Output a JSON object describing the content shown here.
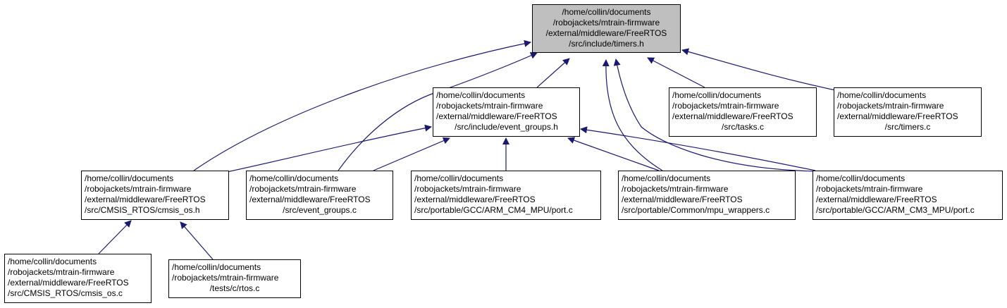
{
  "colors": {
    "edge": "#191970",
    "root_fill": "#bfbfbf",
    "node_border": "#000000"
  },
  "nodes": {
    "root": {
      "lines": [
        "/home/collin/documents",
        "/robojackets/mtrain-firmware",
        "/external/middleware/FreeRTOS",
        "/src/include/timers.h"
      ]
    },
    "event_groups_h": {
      "lines": [
        "/home/collin/documents",
        "/robojackets/mtrain-firmware",
        "/external/middleware/FreeRTOS",
        "/src/include/event_groups.h"
      ]
    },
    "tasks_c": {
      "lines": [
        "/home/collin/documents",
        "/robojackets/mtrain-firmware",
        "/external/middleware/FreeRTOS",
        "/src/tasks.c"
      ]
    },
    "timers_c": {
      "lines": [
        "/home/collin/documents",
        "/robojackets/mtrain-firmware",
        "/external/middleware/FreeRTOS",
        "/src/timers.c"
      ]
    },
    "cmsis_os_h": {
      "lines": [
        "/home/collin/documents",
        "/robojackets/mtrain-firmware",
        "/external/middleware/FreeRTOS",
        "/src/CMSIS_RTOS/cmsis_os.h"
      ]
    },
    "event_groups_c": {
      "lines": [
        "/home/collin/documents",
        "/robojackets/mtrain-firmware",
        "/external/middleware/FreeRTOS",
        "/src/event_groups.c"
      ]
    },
    "cm4_port_c": {
      "lines": [
        "/home/collin/documents",
        "/robojackets/mtrain-firmware",
        "/external/middleware/FreeRTOS",
        "/src/portable/GCC/ARM_CM4_MPU/port.c"
      ]
    },
    "mpu_wrappers_c": {
      "lines": [
        "/home/collin/documents",
        "/robojackets/mtrain-firmware",
        "/external/middleware/FreeRTOS",
        "/src/portable/Common/mpu_wrappers.c"
      ]
    },
    "cm3_port_c": {
      "lines": [
        "/home/collin/documents",
        "/robojackets/mtrain-firmware",
        "/external/middleware/FreeRTOS",
        "/src/portable/GCC/ARM_CM3_MPU/port.c"
      ]
    },
    "cmsis_os_c": {
      "lines": [
        "/home/collin/documents",
        "/robojackets/mtrain-firmware",
        "/external/middleware/FreeRTOS",
        "/src/CMSIS_RTOS/cmsis_os.c"
      ]
    },
    "rtos_c": {
      "lines": [
        "/home/collin/documents",
        "/robojackets/mtrain-firmware",
        "/tests/c/rtos.c"
      ]
    }
  }
}
